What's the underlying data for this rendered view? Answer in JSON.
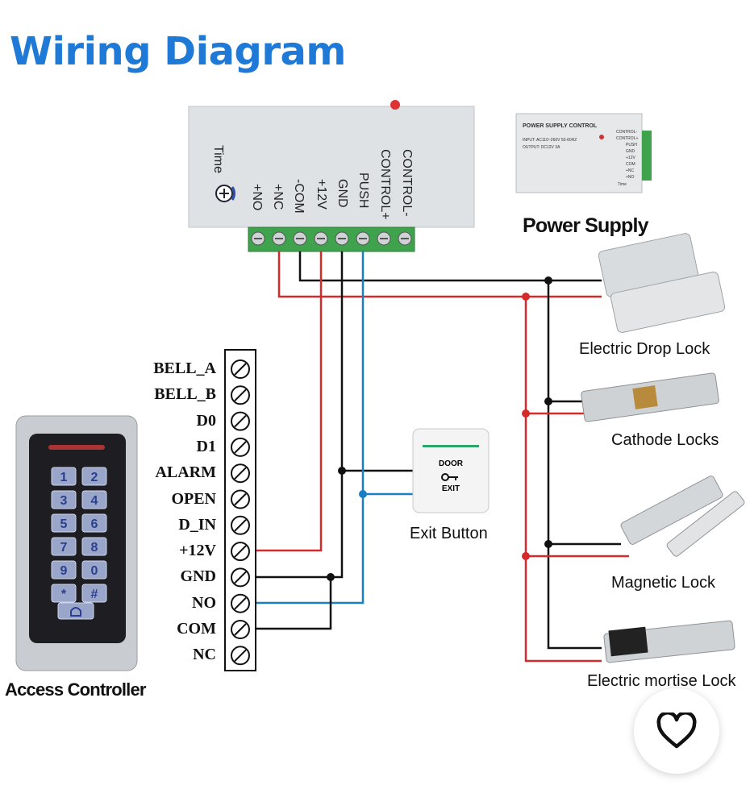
{
  "title": "Wiring Diagram",
  "power_supply": {
    "label": "Power Supply",
    "board_title": "POWER SUPPLY CONTROL",
    "board_input": "INPUT: AC110~260V 50-60HZ",
    "board_output": "OUTPUT: DC12V 3A",
    "board_small_pins": [
      "CONTROL-",
      "CONTROL+",
      "PUSH",
      "GND",
      "+12V",
      "COM",
      "+NC",
      "+NO"
    ],
    "board_time": "Time",
    "terminals": [
      "CONTROL-",
      "CONTROL+",
      "PUSH",
      "GND",
      "+12V",
      "-COM",
      "+NC",
      "+NO"
    ],
    "time_label": "Time"
  },
  "controller": {
    "label": "Access Controller",
    "terminals": [
      "BELL_A",
      "BELL_B",
      "D0",
      "D1",
      "ALARM",
      "OPEN",
      "D_IN",
      "+12V",
      "GND",
      "NO",
      "COM",
      "NC"
    ],
    "keys": [
      "1",
      "2",
      "3",
      "4",
      "5",
      "6",
      "7",
      "8",
      "9",
      "0",
      "*",
      "#"
    ]
  },
  "exit_button": {
    "label": "Exit Button",
    "text_top": "DOOR",
    "text_bottom": "EXIT"
  },
  "locks": [
    "Electric Drop Lock",
    "Cathode Locks",
    "Magnetic Lock",
    "Electric mortise Lock"
  ],
  "colors": {
    "title": "#1e7ad6",
    "wire_red": "#d42a2a",
    "wire_black": "#111111",
    "wire_blue": "#1a7ec2",
    "terminal_green": "#3fa34d"
  },
  "favorite_icon": "heart-icon"
}
